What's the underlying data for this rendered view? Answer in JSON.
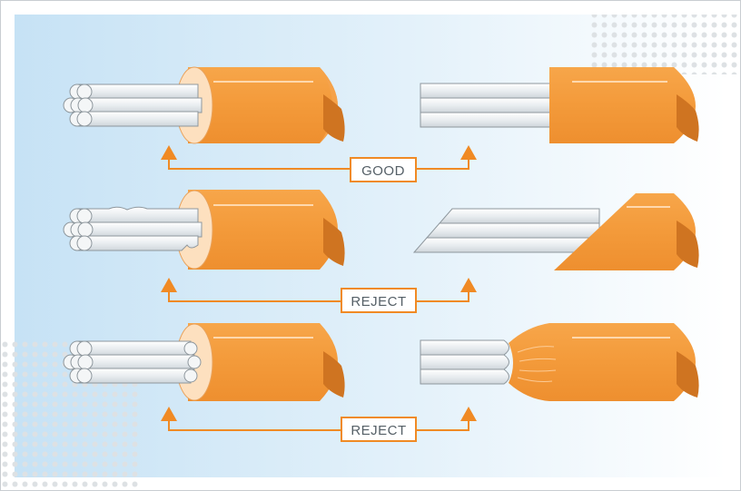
{
  "labels": {
    "row1": "GOOD",
    "row2": "REJECT",
    "row3": "REJECT"
  },
  "colors": {
    "insulation": "#f39a3a",
    "insulation_dark": "#cf7421",
    "insulation_inner": "#fde0bf",
    "wire": "#eceff1",
    "wire_stroke": "#8e979d",
    "arrow": "#f08a24",
    "panel_blue": "#cfe8f7"
  }
}
